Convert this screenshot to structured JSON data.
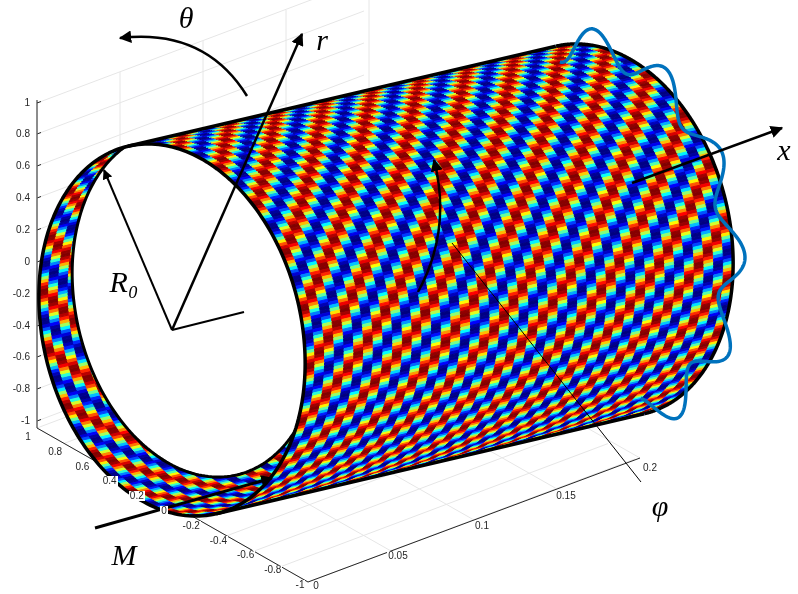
{
  "diagram": {
    "labels": [
      "θ",
      "r",
      "x",
      "R₀",
      "M",
      "φ",
      "1",
      "0.8",
      "0.6",
      "0.4",
      "0.2",
      "0",
      "-0.2",
      "-0.4",
      "-0.6",
      "-0.8",
      "-1",
      "1",
      "0.8",
      "0.6",
      "0.4",
      "0.2",
      "0",
      "-0.2",
      "-0.4",
      "-0.6",
      "-0.8",
      "-1",
      "0",
      "0.05",
      "0.1",
      "0.15",
      "0.2"
    ]
  }
}
